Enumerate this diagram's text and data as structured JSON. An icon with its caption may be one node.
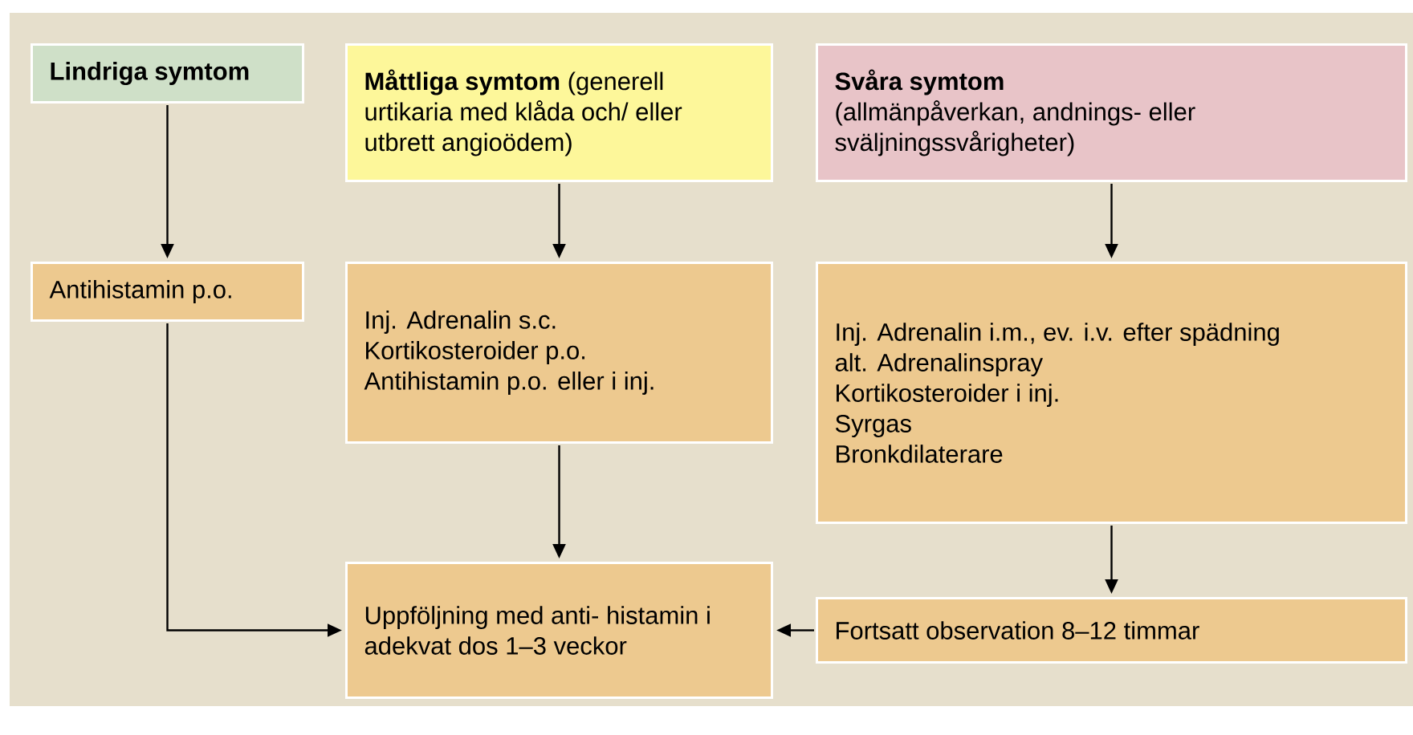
{
  "diagram": {
    "nodes": [
      {
        "text": [
          "Lindriga symtom"
        ]
      },
      {
        "text": [
          "**Måttliga symtom** (generell urtikaria med klåda och/ eller utbrett angioödem)"
        ]
      },
      {
        "text": [
          "Svåra symtom",
          "(allmänpåverkan, andnings- eller sväljningssvårigheter)"
        ]
      },
      {
        "text": [
          "Antihistamin p.o."
        ]
      },
      {
        "text": [
          "Inj. Adrenalin s.c.",
          "Kortikosteroider p.o.",
          "Antihistamin p.o. eller i inj."
        ]
      },
      {
        "text": [
          "Inj. Adrenalin i.m., ev. i.v. efter spädning",
          "alt. Adrenalinspray",
          "Kortikosteroider i inj.",
          "Syrgas",
          "Bronkdilaterare"
        ]
      },
      {
        "text": [
          "Uppföljning med anti- histamin i adekvat dos 1–3 veckor"
        ]
      },
      {
        "text": [
          "Fortsatt observation 8–12 timmar"
        ]
      }
    ],
    "edges": [
      {
        "from": 0,
        "to": 3,
        "arrow": "to"
      },
      {
        "from": 1,
        "to": 4,
        "arrow": "to"
      },
      {
        "from": 2,
        "to": 5,
        "arrow": "to"
      },
      {
        "from": 3,
        "to": 6,
        "arrow": "to"
      },
      {
        "from": 4,
        "to": 6,
        "arrow": "to"
      },
      {
        "from": 5,
        "to": 7,
        "arrow": "to"
      },
      {
        "from": 7,
        "to": 6,
        "arrow": "to"
      }
    ]
  }
}
